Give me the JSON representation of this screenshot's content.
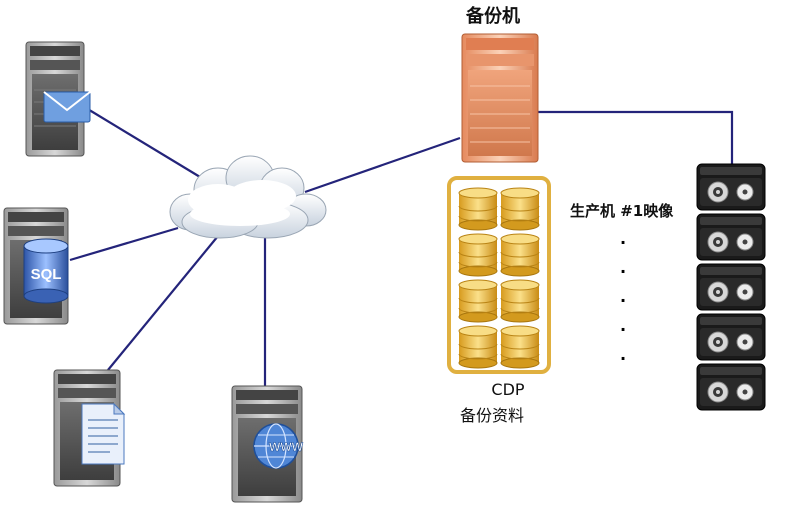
{
  "labels": {
    "backup_machine": "备份机",
    "cdp": "CDP",
    "cdp_desc": "备份资料",
    "production_image": "生产机 #1映像",
    "sql": "SQL",
    "www": "WWW",
    "ellipsis_dot": "."
  },
  "colors": {
    "link": "#24247a",
    "server_gray": "#5c5c5c",
    "server_backup": "#e0946a",
    "db_gold": "#e6b43a",
    "cloud": "#ffffff",
    "disk_dark": "#1a1a1a"
  }
}
